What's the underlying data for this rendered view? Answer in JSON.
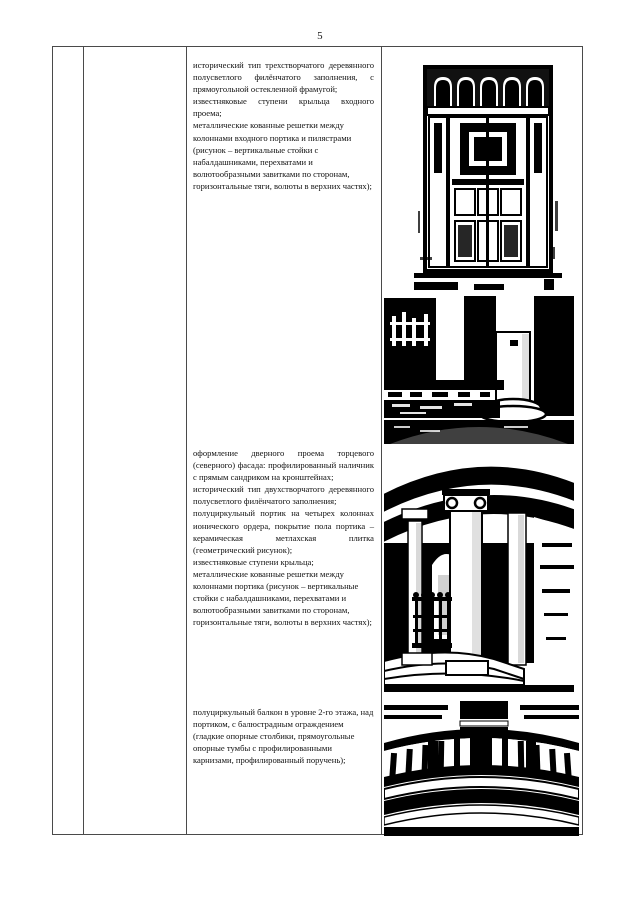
{
  "document": {
    "page_number": "5",
    "language": "ru"
  },
  "table": {
    "columns": [
      {
        "name": "number-column",
        "text": ""
      },
      {
        "name": "object-name-column",
        "text": ""
      },
      {
        "name": "description-column",
        "text": ""
      },
      {
        "name": "photo-column",
        "text": ""
      }
    ],
    "description_blocks": [
      {
        "id": "block-entrance-portico",
        "paragraphs": [
          "исторический тип трехстворчатого деревянного полусветлого филёнчатого заполнения, с прямоугольной остекленной фрамугой;",
          "известняковые ступени крыльца входного проема;",
          "металлические кованные решетки между колоннами входного портика и пилястрами (рисунок – вертикальные стойки с набалдашниками, перехватами и волютообразными завитками по сторонам, горизонтальные тяги, волюты в верхних частях);"
        ]
      },
      {
        "id": "block-north-facade-door",
        "paragraphs": [
          "оформление дверного проема торцевого (северного) фасада: профилированный наличник с прямым сандриком на кронштейнах;",
          "исторический тип двухстворчатого деревянного полусветлого филёнчатого заполнения;",
          "полуциркульный портик на четырех колоннах ионического ордера, покрытие пола портика – керамическая метлахская плитка (геометрический рисунок);",
          "известняковые ступени крыльца;",
          "металлические кованные решетки между колоннами портика (рисунок – вертикальные стойки с набалдашниками, перехватами и волютообразными завитками по сторонам, горизонтальные тяги, волюты в верхних частях);"
        ]
      },
      {
        "id": "block-balcony",
        "paragraphs": [
          "полуциркульный балкон в уровне 2-го этажа, над портиком, с балюстрадным ограждением (гладкие опорные столбики, прямоугольные опорные тумбы с профилированными карнизами, профилированный поручень);"
        ]
      }
    ],
    "photos": [
      {
        "id": "photo-entrance-door",
        "caption": "",
        "subject": "historic three-leaf panelled entrance door with rectangular glazed transom and arched fanlight grille"
      },
      {
        "id": "photo-column-base",
        "caption": "",
        "subject": "portico column base and limestone steps with tiled floor"
      },
      {
        "id": "photo-semicircular-portico",
        "caption": "",
        "subject": "semicircular portico on four ionic columns with forged metal railing"
      },
      {
        "id": "photo-balcony-balustrade",
        "caption": "",
        "subject": "semicircular second-floor balcony with balustrade above the portico"
      }
    ]
  },
  "colors": {
    "text": "#111111",
    "rule": "#4a4a4a",
    "paper": "#ffffff",
    "ink": "#000000"
  }
}
